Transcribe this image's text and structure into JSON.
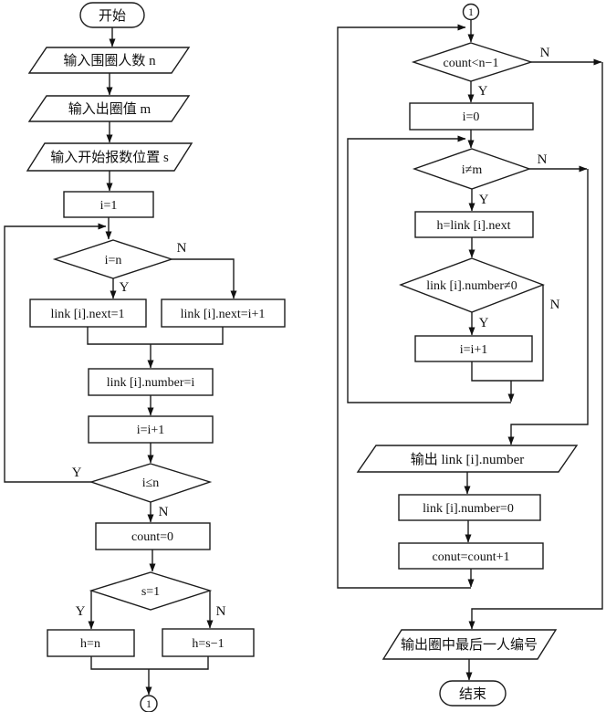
{
  "labels": {
    "yes": "Y",
    "no": "N"
  },
  "connector": {
    "label": "1"
  },
  "nodes": {
    "start": {
      "label": "开始"
    },
    "input_n": {
      "label": "输入围圈人数 n"
    },
    "input_m": {
      "label": "输入出圈值 m"
    },
    "input_s": {
      "label": "输入开始报数位置 s"
    },
    "init_i1": {
      "label": "i=1"
    },
    "cond_i_eq_n": {
      "label": "i=n"
    },
    "next_one": {
      "label": "link [i].next=1"
    },
    "next_inc": {
      "label": "link [i].next=i+1"
    },
    "number_i": {
      "label": "link [i].number=i"
    },
    "inc_i_left": {
      "label": "i=i+1"
    },
    "cond_i_le_n": {
      "label": "i≤n"
    },
    "count_zero": {
      "label": "count=0"
    },
    "cond_s_eq_1": {
      "label": "s=1"
    },
    "h_n": {
      "label": "h=n"
    },
    "h_s_minus_1": {
      "label": "h=s−1"
    },
    "cond_count": {
      "label": "count<n−1"
    },
    "i_zero": {
      "label": "i=0"
    },
    "cond_i_ne_m": {
      "label": "i≠m"
    },
    "h_link_next": {
      "label": "h=link [i].next"
    },
    "cond_number": {
      "label": "link [i].number≠0"
    },
    "inc_i_right": {
      "label": "i=i+1"
    },
    "out_number": {
      "label": "输出 link [i].number"
    },
    "number_zero": {
      "label": "link [i].number=0"
    },
    "count_inc": {
      "label": "conut=count+1"
    },
    "out_last": {
      "label": "输出圈中最后一人编号"
    },
    "end": {
      "label": "结束"
    }
  }
}
